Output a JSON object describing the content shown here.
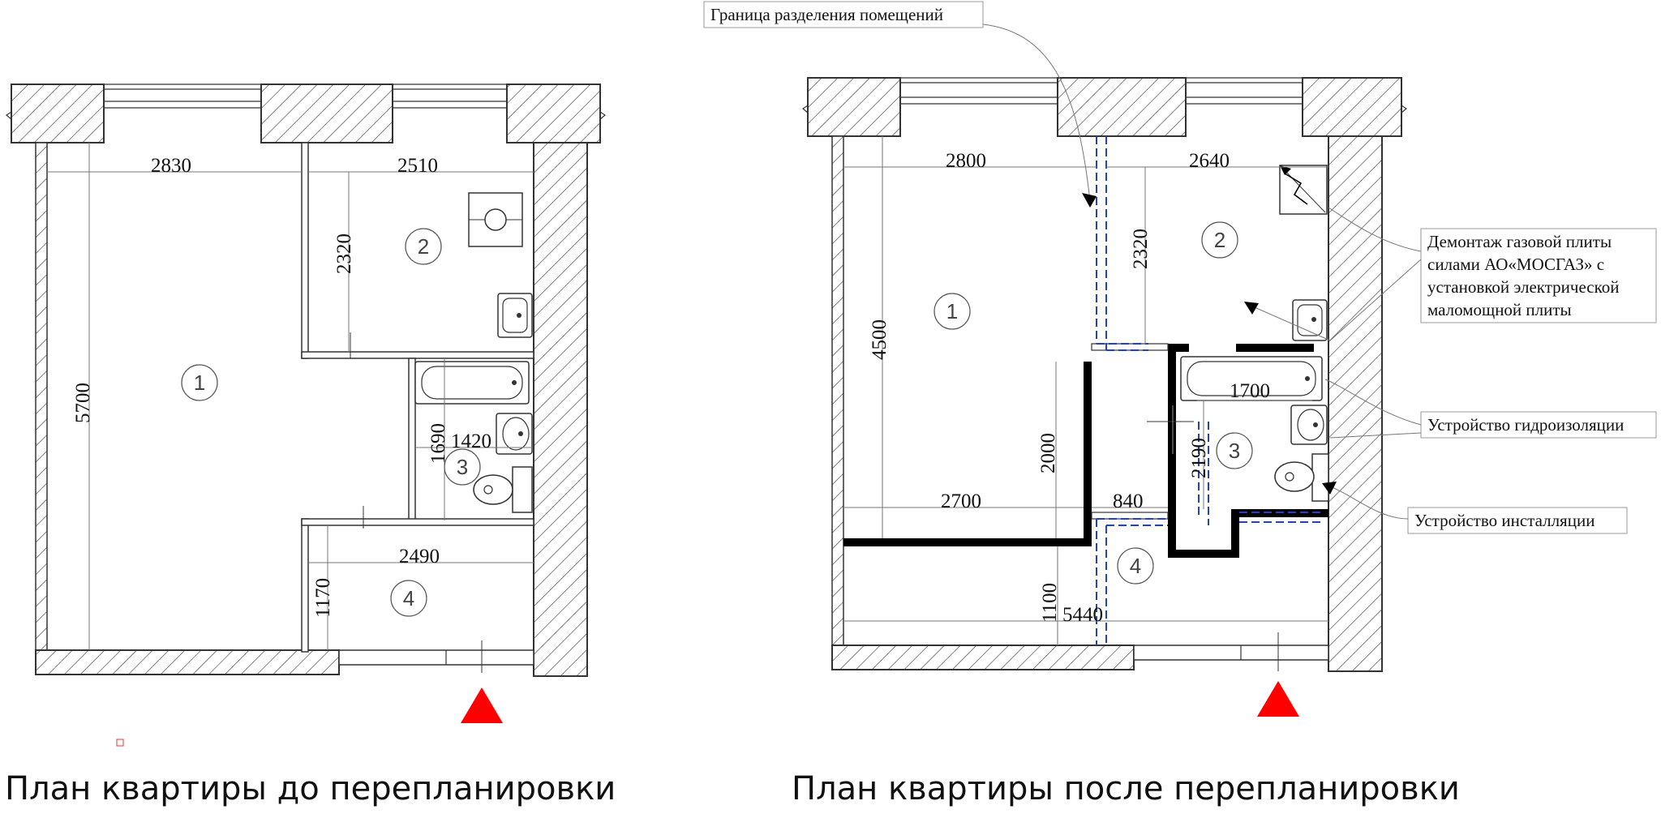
{
  "before": {
    "caption": "План квартиры до перепланировки",
    "dims": {
      "w_room1": "2830",
      "w_room2": "2510",
      "h_room2": "2320",
      "h_room1": "5700",
      "h_bath": "1690",
      "w_bath": "1420",
      "w_room4": "2490",
      "h_room4": "1170"
    },
    "rooms": [
      "1",
      "2",
      "3",
      "4"
    ]
  },
  "after": {
    "caption": "План квартиры после перепланировки",
    "dims": {
      "w_room1": "2800",
      "w_room2": "2640",
      "h_room2": "2320",
      "h_room1": "4500",
      "h_wall": "2000",
      "w_wall": "2700",
      "w_bath_niche": "840",
      "w_tub": "1700",
      "h_bath": "2190",
      "h_room4": "1100",
      "w_room4": "5440"
    },
    "rooms": [
      "1",
      "2",
      "3",
      "4"
    ],
    "callouts": {
      "boundary": "Граница разделения помещений",
      "gas": [
        "Демонтаж газовой плиты",
        "силами АО«МОСГАЗ» с",
        "установкой электрической",
        "маломощной плиты"
      ],
      "waterproof": "Устройство гидроизоляции",
      "install": "Устройство инсталляции"
    }
  },
  "colors": {
    "wall_hatch": "#333333",
    "partition_new": "#000000",
    "boundary_dashed": "#1f3fd6",
    "entrance_marker": "#ff0000"
  },
  "icons": [
    "entrance-triangle-icon",
    "sink-icon",
    "bathtub-icon",
    "toilet-icon",
    "stove-icon"
  ]
}
